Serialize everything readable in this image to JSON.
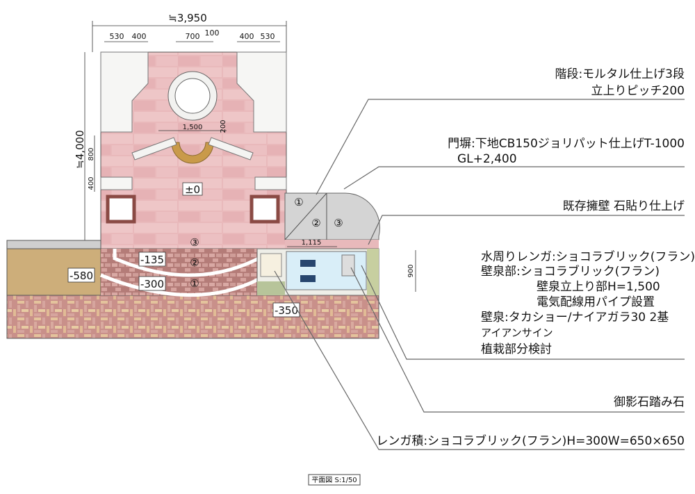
{
  "title_caption": "平面図 S:1/50",
  "dimensions": {
    "overall_width": "≒3,950",
    "overall_depth": "≒4,000",
    "top_segments": [
      "530",
      "400",
      "700",
      "100",
      "400",
      "530"
    ],
    "side_segments": [
      "800",
      "400"
    ],
    "arch_width": "1,500",
    "arch_depth": "200",
    "pond_width": "1,115",
    "pond_height": "900"
  },
  "levels": {
    "gate": "±0",
    "step2": "-135",
    "step1": "-300",
    "left": "-580",
    "paving": "-350"
  },
  "step_numbers": [
    "①",
    "②",
    "③"
  ],
  "annotations": {
    "stairs_line1": "階段:モルタル仕上げ3段",
    "stairs_line2": "立上りピッチ200",
    "gate_wall_line1": "門塀:下地CB150ジョリパット仕上げT-1000",
    "gate_wall_line2": "GL+2,400",
    "retaining_wall": "既存擁壁  石貼り仕上げ",
    "water_line1": "水周りレンガ:ショコラブリック(フラン)",
    "water_line2": "壁泉部:ショコラブリック(フラン)",
    "water_line3": "壁泉立上り部H=1,500",
    "water_line4": "電気配線用パイプ設置",
    "water_line5": "壁泉:タカショー/ナイアガラ30  2基",
    "water_line6": "アイアンサイン",
    "water_line7": "植栽部分検討",
    "stepping_stone": "御影石踏み石",
    "brick_paving": "レンガ積:ショコラブリック(フラン)H=300W=650×650"
  }
}
